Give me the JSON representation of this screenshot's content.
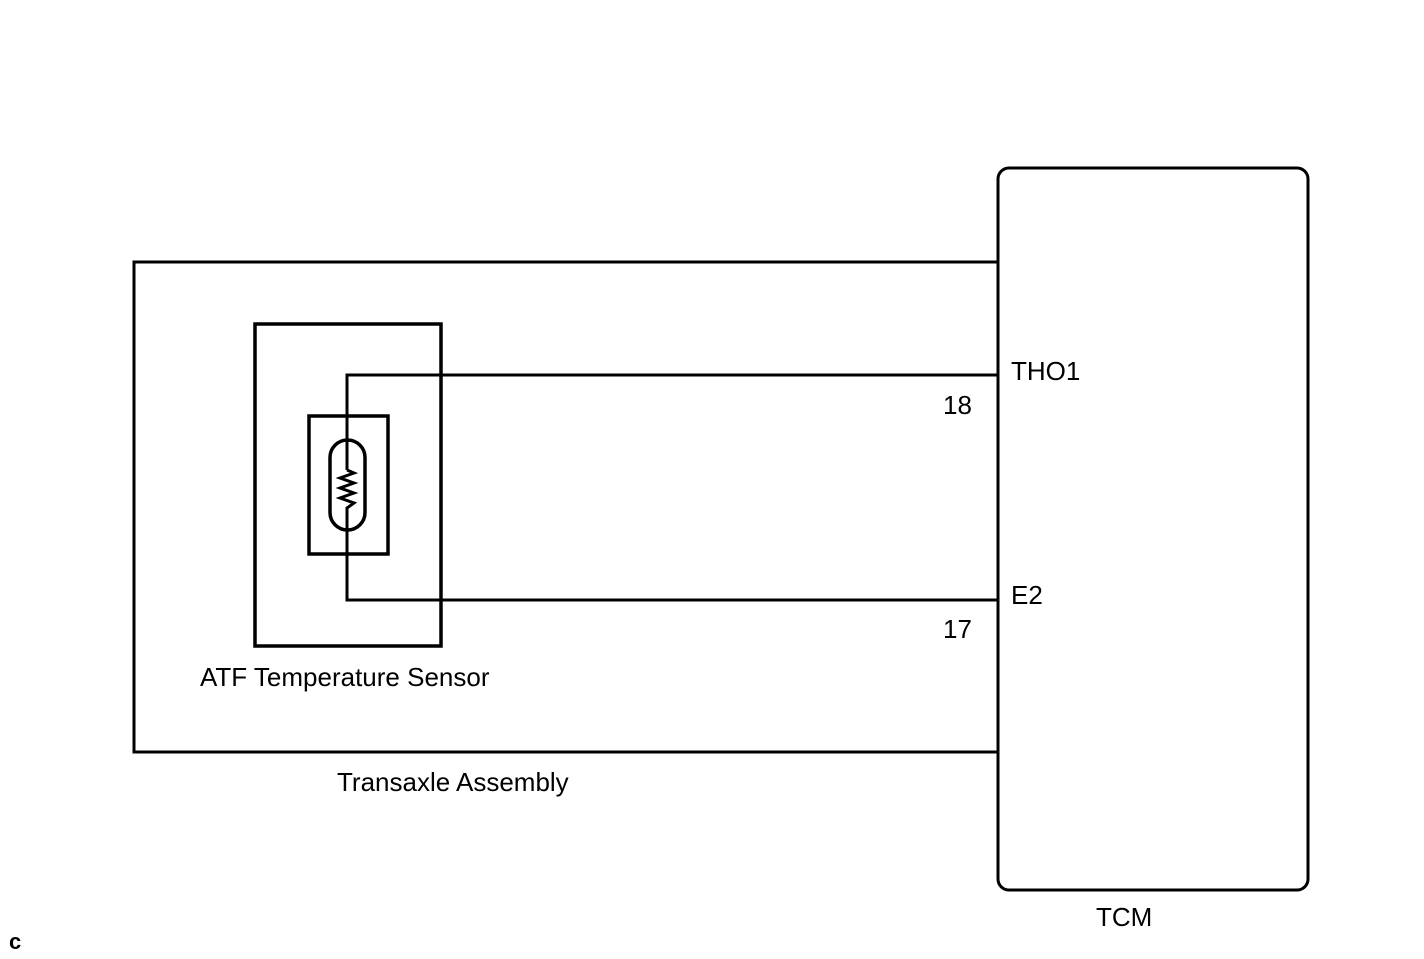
{
  "diagram": {
    "components": {
      "transaxle_assembly": {
        "label": "Transaxle Assembly"
      },
      "atf_sensor": {
        "label": "ATF Temperature Sensor"
      },
      "tcm": {
        "label": "TCM"
      }
    },
    "terminals": {
      "tho1": {
        "name": "THO1",
        "pin": "18"
      },
      "e2": {
        "name": "E2",
        "pin": "17"
      }
    },
    "corner_mark": "c"
  }
}
